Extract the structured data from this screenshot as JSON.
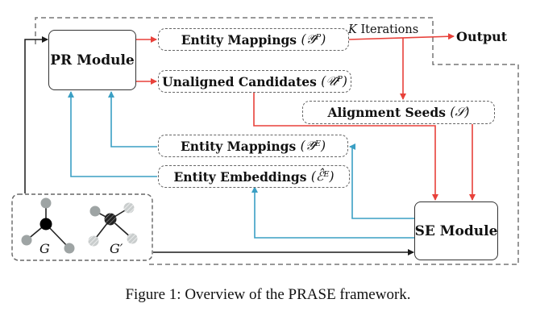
{
  "pr_module": "PR Module",
  "se_module": "SE Module",
  "output": "Output",
  "iterations": {
    "k": "K",
    "text": "Iterations"
  },
  "entity_mappings_pr": {
    "text": "Entity Mappings",
    "sym": "(𝒴̂ᴾ)"
  },
  "unaligned_candidates": {
    "text": "Unaligned Candidates",
    "sym": "(𝒰̂ᴾ)"
  },
  "alignment_seeds": {
    "text": "Alignment Seeds",
    "sym": "(𝒮)"
  },
  "entity_mappings_se": {
    "text": "Entity Mappings",
    "sym": "(𝒴̂ᴱ)"
  },
  "entity_embeddings": {
    "text": "Entity Embeddings",
    "sym": "(ℰ̂ᴱ)"
  },
  "graph_labels": {
    "g": "G",
    "g_prime": "G′"
  },
  "caption": "Figure 1: Overview of the PRASE framework.",
  "colors": {
    "red": "#e8413a",
    "blue": "#3a9fc4",
    "black": "#1a1a1a",
    "gray_dash": "#777777",
    "node_gray": "#9ea4a4"
  }
}
